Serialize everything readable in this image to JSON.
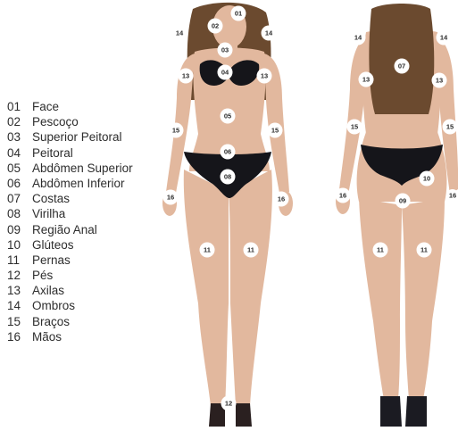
{
  "legend": [
    {
      "num": "01",
      "label": "Face"
    },
    {
      "num": "02",
      "label": "Pescoço"
    },
    {
      "num": "03",
      "label": "Superior Peitoral"
    },
    {
      "num": "04",
      "label": "Peitoral"
    },
    {
      "num": "05",
      "label": "Abdômen Superior"
    },
    {
      "num": "06",
      "label": "Abdômen Inferior"
    },
    {
      "num": "07",
      "label": "Costas"
    },
    {
      "num": "08",
      "label": "Virilha"
    },
    {
      "num": "09",
      "label": "Região Anal"
    },
    {
      "num": "10",
      "label": "Glúteos"
    },
    {
      "num": "11",
      "label": "Pernas"
    },
    {
      "num": "12",
      "label": "Pés"
    },
    {
      "num": "13",
      "label": "Axilas"
    },
    {
      "num": "14",
      "label": "Ombros"
    },
    {
      "num": "15",
      "label": "Braços"
    },
    {
      "num": "16",
      "label": "Mãos"
    }
  ],
  "front_markers": [
    "01",
    "02",
    "14",
    "14",
    "03",
    "04",
    "13",
    "13",
    "05",
    "15",
    "15",
    "06",
    "08",
    "16",
    "16",
    "11",
    "11",
    "12"
  ],
  "back_markers": [
    "14",
    "14",
    "07",
    "13",
    "13",
    "15",
    "15",
    "10",
    "16",
    "16",
    "09",
    "11",
    "11"
  ],
  "colors": {
    "skin": "#e2b89e",
    "hair": "#6b4a2f",
    "garment": "#15151a",
    "badge": "#ffffff"
  }
}
